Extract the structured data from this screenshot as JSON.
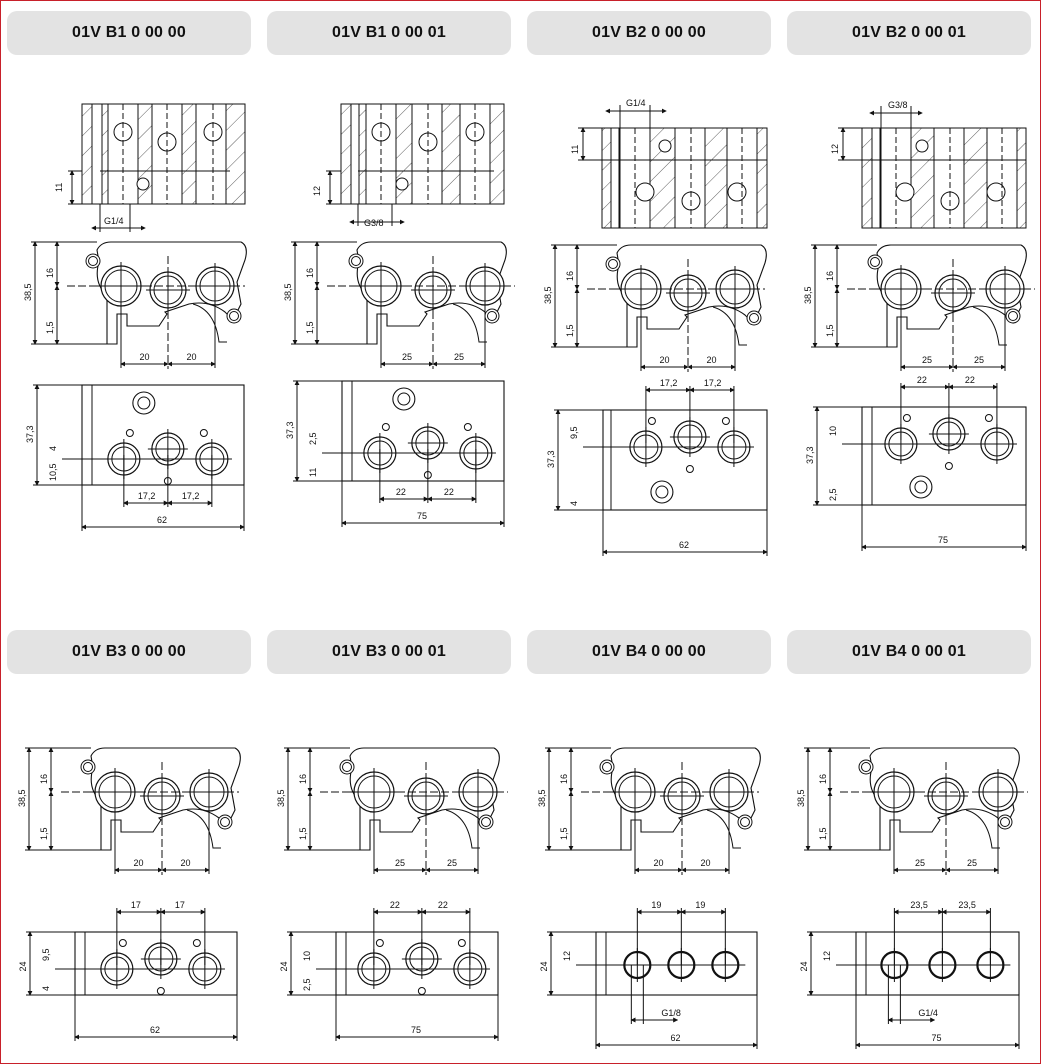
{
  "variants": [
    {
      "title": "01V B1 0 00 00"
    },
    {
      "title": "01V B1 0 00 01"
    },
    {
      "title": "01V B2 0 00 00"
    },
    {
      "title": "01V B2 0 00 01"
    },
    {
      "title": "01V B3 0 00 00"
    },
    {
      "title": "01V B3 0 00 01"
    },
    {
      "title": "01V B4 0 00 00"
    },
    {
      "title": "01V B4 0 00 01"
    }
  ],
  "top_views": [
    {
      "thread": "G1/4",
      "depth": "11"
    },
    {
      "thread": "G3/8",
      "depth": "12"
    },
    {
      "thread": "G1/4",
      "depth": "11"
    },
    {
      "thread": "G3/8",
      "depth": "12"
    }
  ],
  "profile_views": [
    {
      "total": "38,5",
      "upper": "16",
      "lower": "1,5",
      "pitch_left": "20",
      "pitch_right": "20"
    },
    {
      "total": "38,5",
      "upper": "16",
      "lower": "1,5",
      "pitch_left": "25",
      "pitch_right": "25"
    },
    {
      "total": "38,5",
      "upper": "16",
      "lower": "1,5",
      "pitch_left": "20",
      "pitch_right": "20"
    },
    {
      "total": "38,5",
      "upper": "16",
      "lower": "1,5",
      "pitch_left": "25",
      "pitch_right": "25"
    },
    {
      "total": "38,5",
      "upper": "16",
      "lower": "1,5",
      "pitch_left": "20",
      "pitch_right": "20"
    },
    {
      "total": "38,5",
      "upper": "16",
      "lower": "1,5",
      "pitch_left": "25",
      "pitch_right": "25"
    },
    {
      "total": "38,5",
      "upper": "16",
      "lower": "1,5",
      "pitch_left": "20",
      "pitch_right": "20"
    },
    {
      "total": "38,5",
      "upper": "16",
      "lower": "1,5",
      "pitch_left": "25",
      "pitch_right": "25"
    }
  ],
  "plan_views": [
    {
      "height": "37,3",
      "d1": "4",
      "d2": "10,5",
      "pitch_left": "17,2",
      "pitch_right": "17,2",
      "width": "62"
    },
    {
      "height": "37,3",
      "d1": "2,5",
      "d2": "11",
      "pitch_left": "22",
      "pitch_right": "22",
      "width": "75"
    },
    {
      "height": "37,3",
      "d1": "9,5",
      "d2": "4",
      "pitch_left": "17,2",
      "pitch_right": "17,2",
      "width": "62"
    },
    {
      "height": "37,3",
      "d1": "10",
      "d2": "2,5",
      "pitch_left": "22",
      "pitch_right": "22",
      "width": "75"
    },
    {
      "height": "24",
      "d1": "9,5",
      "d2": "4",
      "pitch_left": "17",
      "pitch_right": "17",
      "width": "62"
    },
    {
      "height": "24",
      "d1": "10",
      "d2": "2,5",
      "pitch_left": "22",
      "pitch_right": "22",
      "width": "75"
    },
    {
      "height": "24",
      "d1": "12",
      "thread": "G1/8",
      "pitch_left": "19",
      "pitch_right": "19",
      "width": "62"
    },
    {
      "height": "24",
      "d1": "12",
      "thread": "G1/4",
      "pitch_left": "23,5",
      "pitch_right": "23,5",
      "width": "75"
    }
  ]
}
